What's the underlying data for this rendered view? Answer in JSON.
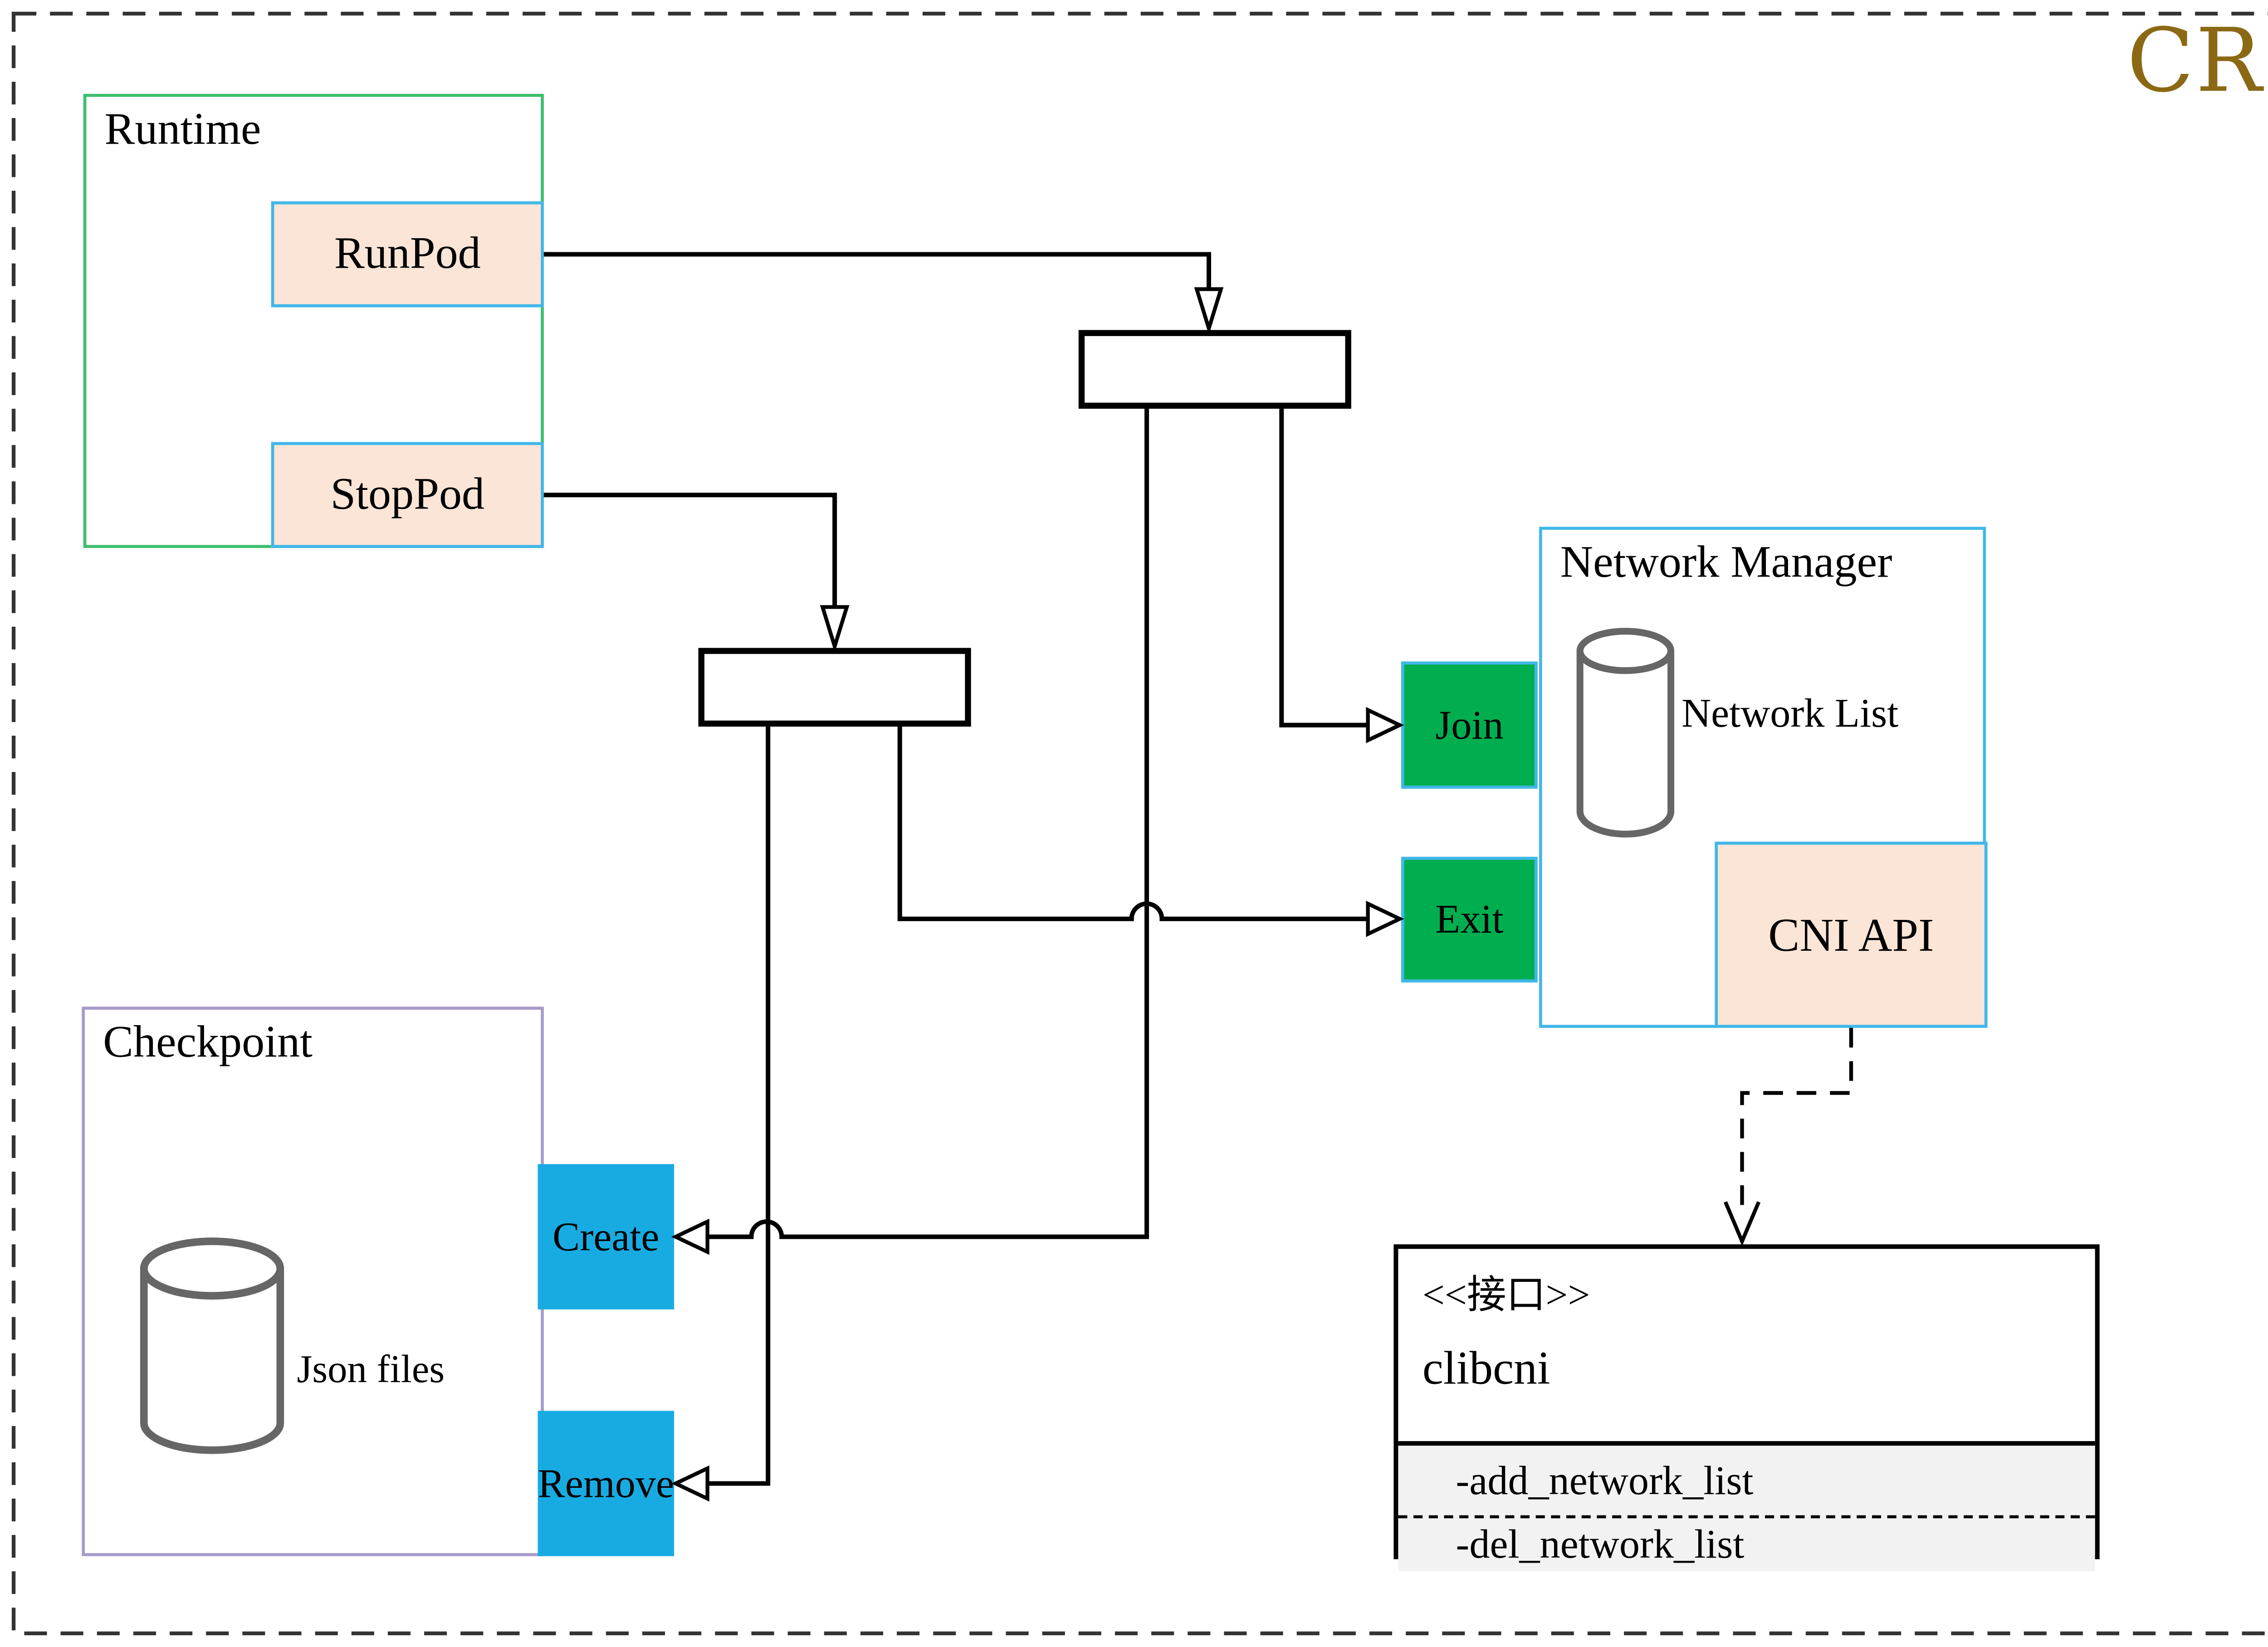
{
  "badge": {
    "text": "CRI"
  },
  "runtime": {
    "label": "Runtime",
    "run_button": "RunPod",
    "stop_button": "StopPod"
  },
  "network_manager": {
    "label": "Network Manager",
    "database_label": "Network List",
    "join_button": "Join",
    "exit_button": "Exit",
    "api_box": "CNI API"
  },
  "checkpoint": {
    "label": "Checkpoint",
    "database_label": "Json files",
    "create_button": "Create",
    "remove_button": "Remove"
  },
  "cni_interface": {
    "stereotype": "<<接口>>",
    "name": "clibcni",
    "methods": [
      "-add_network_list",
      "-del_network_list"
    ]
  },
  "colors": {
    "accent_gold": "#8B6914",
    "green_button": "#00AE4F",
    "cyan_button": "#18ABE2",
    "peach_fill": "#FBE5D6",
    "blue_border": "#41B7E8",
    "runtime_green_border": "#3CBE6E",
    "checkpoint_purple_border": "#A79BC8",
    "methods_bg": "#F2F2F2"
  }
}
